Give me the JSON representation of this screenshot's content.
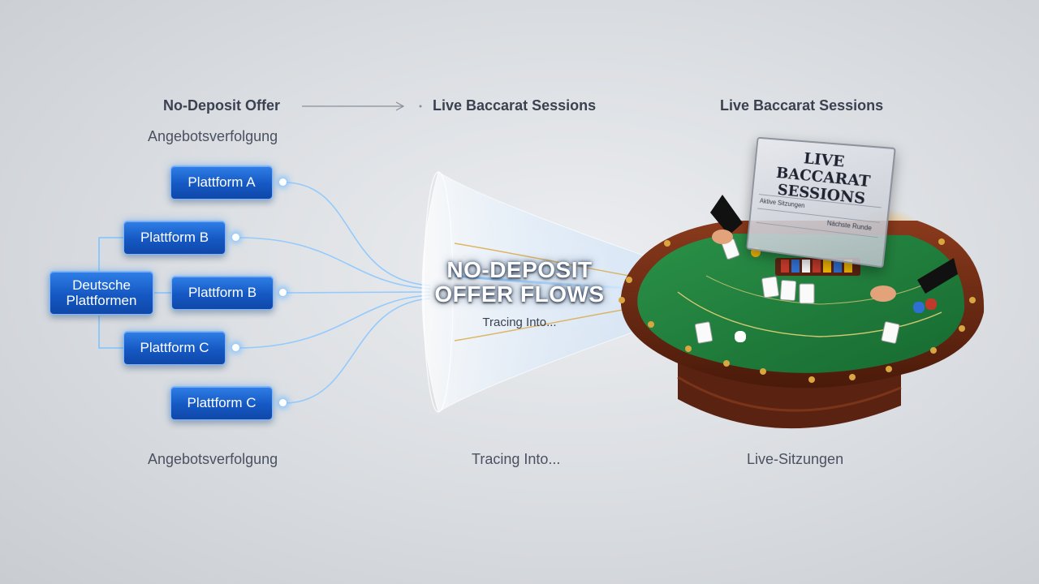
{
  "headers": {
    "offer": "No-Deposit Offer",
    "sessions_middle": "Live Baccarat Sessions",
    "sessions_right": "Live Baccarat Sessions"
  },
  "subtitles": {
    "top_left": "Angebotsverfolgung",
    "bottom_left": "Angebotsverfolgung",
    "bottom_middle": "Tracing Into...",
    "bottom_right": "Live-Sitzungen"
  },
  "tree": {
    "root": "Deutsche Plattformen",
    "platforms": [
      "Plattform A",
      "Plattform B",
      "Plattform B",
      "Plattform C",
      "Plattform C"
    ]
  },
  "funnel": {
    "title": "NO-DEPOSIT OFFER FLOWS",
    "subtitle": "Tracing Into..."
  },
  "table_scene": {
    "board_title": "LIVE BACCARAT SESSIONS",
    "board_rows": [
      "Aktive Sitzungen",
      "Nächste Runde"
    ]
  },
  "colors": {
    "node_blue": "#1558c4",
    "glow": "#7fc4ff",
    "felt_green": "#1f7a3a",
    "rail_wood": "#6b2a14",
    "accent_gold": "#f2b705"
  }
}
